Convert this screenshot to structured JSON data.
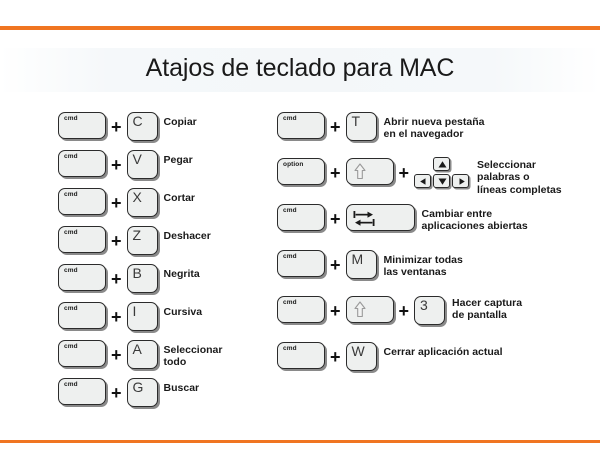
{
  "document": {
    "title": "Atajos de teclado para MAC",
    "accent_color": "#F07521",
    "background_color": "#ffffff",
    "key_fill_color": "#eef0ef",
    "key_border_color": "#2b2b2b"
  },
  "columns": {
    "left": {
      "rows": [
        {
          "keys": [
            {
              "type": "modifier",
              "label": "cmd"
            },
            {
              "type": "char",
              "label": "C"
            }
          ],
          "description": "Copiar"
        },
        {
          "keys": [
            {
              "type": "modifier",
              "label": "cmd"
            },
            {
              "type": "char",
              "label": "V"
            }
          ],
          "description": "Pegar"
        },
        {
          "keys": [
            {
              "type": "modifier",
              "label": "cmd"
            },
            {
              "type": "char",
              "label": "X"
            }
          ],
          "description": "Cortar"
        },
        {
          "keys": [
            {
              "type": "modifier",
              "label": "cmd"
            },
            {
              "type": "char",
              "label": "Z"
            }
          ],
          "description": "Deshacer"
        },
        {
          "keys": [
            {
              "type": "modifier",
              "label": "cmd"
            },
            {
              "type": "char",
              "label": "B"
            }
          ],
          "description": "Negrita"
        },
        {
          "keys": [
            {
              "type": "modifier",
              "label": "cmd"
            },
            {
              "type": "char",
              "label": "I"
            }
          ],
          "description": "Cursiva"
        },
        {
          "keys": [
            {
              "type": "modifier",
              "label": "cmd"
            },
            {
              "type": "char",
              "label": "A"
            }
          ],
          "description": "Seleccionar\ntodo"
        },
        {
          "keys": [
            {
              "type": "modifier",
              "label": "cmd"
            },
            {
              "type": "char",
              "label": "G"
            }
          ],
          "description": "Buscar"
        }
      ]
    },
    "right": {
      "rows": [
        {
          "keys": [
            {
              "type": "modifier",
              "label": "cmd"
            },
            {
              "type": "char",
              "label": "T"
            }
          ],
          "description": "Abrir nueva pestaña\nen el navegador"
        },
        {
          "keys": [
            {
              "type": "modifier",
              "label": "option"
            },
            {
              "type": "shift",
              "label": "shift"
            },
            {
              "type": "arrows",
              "label": "arrow-keys"
            }
          ],
          "description": "Seleccionar\npalabras o\nlíneas completas"
        },
        {
          "keys": [
            {
              "type": "modifier",
              "label": "cmd"
            },
            {
              "type": "tab",
              "label": "tab"
            }
          ],
          "description": "Cambiar entre\naplicaciones abiertas"
        },
        {
          "keys": [
            {
              "type": "modifier",
              "label": "cmd"
            },
            {
              "type": "char",
              "label": "M"
            }
          ],
          "description": "Minimizar todas\nlas ventanas"
        },
        {
          "keys": [
            {
              "type": "modifier",
              "label": "cmd"
            },
            {
              "type": "shift",
              "label": "shift"
            },
            {
              "type": "char",
              "label": "3"
            }
          ],
          "description": "Hacer captura\nde pantalla"
        },
        {
          "keys": [
            {
              "type": "modifier",
              "label": "cmd"
            },
            {
              "type": "char",
              "label": "W"
            }
          ],
          "description": "Cerrar aplicación actual"
        }
      ]
    }
  },
  "plus_symbol": "+"
}
